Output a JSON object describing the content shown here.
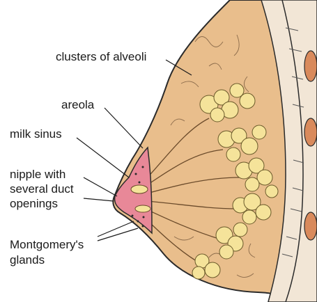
{
  "labels": {
    "clusters_of_alveoli": "clusters of alveoli",
    "areola": "areola",
    "milk_sinus": "milk sinus",
    "nipple_line1": "nipple with",
    "nipple_line2": "several duct",
    "nipple_line3": "openings",
    "montgomery_line1": "Montgomery's",
    "montgomery_line2": "glands"
  },
  "colors": {
    "skin": "#e9be8c",
    "areola": "#e88898",
    "alveoli": "#f5e39a",
    "outline": "#2a2a2a",
    "chest_wall": "#f2e6d6",
    "rib": "#d98a5c"
  }
}
